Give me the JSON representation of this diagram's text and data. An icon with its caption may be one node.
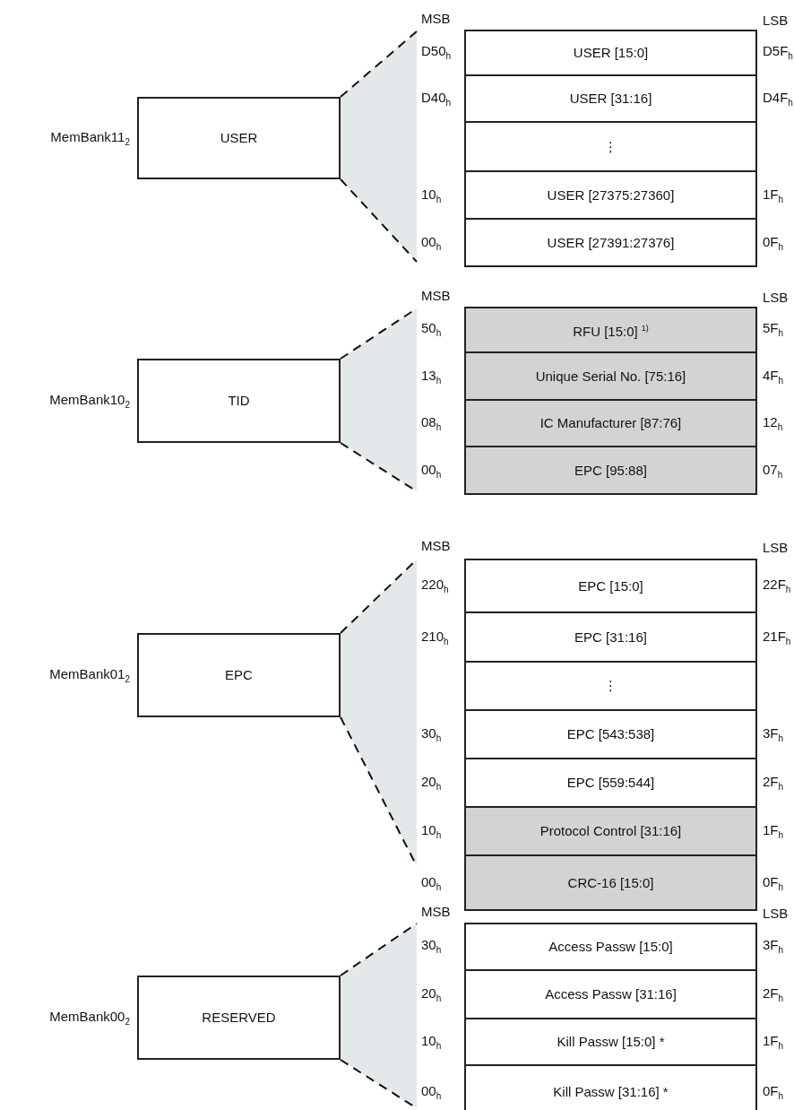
{
  "diagram": {
    "nodes": [
      {
        "text": [
          "USER"
        ],
        "beside": [
          "MemBank11$_{2}$"
        ]
      },
      {
        "text": [
          "USER [15:0]"
        ],
        "beside": [
          "D50$_{h}$",
          "D5F$_{h}$"
        ]
      },
      {
        "text": [
          "USER [31:16]"
        ],
        "beside": [
          "D40$_{h}$",
          "D4F$_{h}$"
        ]
      },
      {
        "text": [
          "⋮"
        ]
      },
      {
        "text": [
          "USER [27375:27360]"
        ],
        "beside": [
          "10$_{h}$",
          "1F$_{h}$"
        ]
      },
      {
        "text": [
          "USER [27391:27376]"
        ],
        "beside": [
          "00$_{h}$",
          "0F$_{h}$"
        ]
      },
      {
        "text": [
          "TID"
        ],
        "beside": [
          "MemBank10$_{2}$"
        ]
      },
      {
        "text": [
          "RFU [15:0] $^{1)}$"
        ],
        "beside": [
          "50$_{h}$",
          "5F$_{h}$"
        ]
      },
      {
        "text": [
          "Unique Serial No. [75:16]"
        ],
        "beside": [
          "13$_{h}$",
          "4F$_{h}$"
        ]
      },
      {
        "text": [
          "IC Manufacturer [87:76]"
        ],
        "beside": [
          "08$_{h}$",
          "12$_{h}$"
        ]
      },
      {
        "text": [
          "EPC [95:88]"
        ],
        "beside": [
          "00$_{h}$",
          "07$_{h}$"
        ]
      },
      {
        "text": [
          "EPC"
        ],
        "beside": [
          "MemBank01$_{2}$"
        ]
      },
      {
        "text": [
          "EPC [15:0]"
        ],
        "beside": [
          "220$_{h}$",
          "22F$_{h}$"
        ]
      },
      {
        "text": [
          "EPC [31:16]"
        ],
        "beside": [
          "210$_{h}$",
          "21F$_{h}$"
        ]
      },
      {
        "text": [
          "⋮"
        ]
      },
      {
        "text": [
          "EPC [543:538]"
        ],
        "beside": [
          "30$_{h}$",
          "3F$_{h}$"
        ]
      },
      {
        "text": [
          "EPC [559:544]"
        ],
        "beside": [
          "20$_{h}$",
          "2F$_{h}$"
        ]
      },
      {
        "text": [
          "Protocol Control [31:16]"
        ],
        "beside": [
          "10$_{h}$",
          "1F$_{h}$"
        ]
      },
      {
        "text": [
          "CRC-16 [15:0]"
        ],
        "beside": [
          "00$_{h}$",
          "0F$_{h}$"
        ]
      },
      {
        "text": [
          "RESERVED"
        ],
        "beside": [
          "MemBank00$_{2}$"
        ]
      },
      {
        "text": [
          "Access Passw [15:0]"
        ],
        "beside": [
          "30$_{h}$",
          "3F$_{h}$"
        ]
      },
      {
        "text": [
          "Access Passw [31:16]"
        ],
        "beside": [
          "20$_{h}$",
          "2F$_{h}$"
        ]
      },
      {
        "text": [
          "Kill Passw [15:0] *"
        ],
        "beside": [
          "10$_{h}$",
          "1F$_{h}$"
        ]
      },
      {
        "text": [
          "Kill Passw [31:16] *"
        ],
        "beside": [
          "00$_{h}$",
          "0F$_{h}$"
        ]
      }
    ],
    "labels": [
      "MSB",
      "LSB",
      "MSB",
      "LSB",
      "MSB",
      "LSB",
      "MSB",
      "LSB"
    ]
  }
}
